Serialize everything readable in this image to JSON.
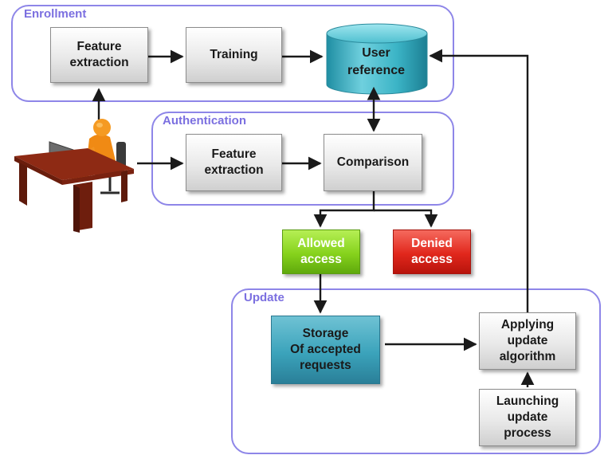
{
  "groups": {
    "enrollment": "Enrollment",
    "authentication": "Authentication",
    "update": "Update"
  },
  "nodes": {
    "enroll_feature": "Feature\nextraction",
    "training": "Training",
    "user_reference": "User\nreference",
    "auth_feature": "Feature\nextraction",
    "comparison": "Comparison",
    "allowed": "Allowed\naccess",
    "denied": "Denied\naccess",
    "storage": "Storage\nOf accepted\nrequests",
    "applying": "Applying\nupdate\nalgorithm",
    "launching": "Launching\nupdate\nprocess"
  },
  "icons": {
    "user": "person-at-desk-icon"
  },
  "colors": {
    "group_border": "#8e86e8",
    "group_label": "#7b6fe0",
    "allowed": "#86d21c",
    "denied": "#e1271c",
    "storage": "#3ba3bb",
    "database": "#37b3c4",
    "arrow": "#1a1a1a"
  }
}
